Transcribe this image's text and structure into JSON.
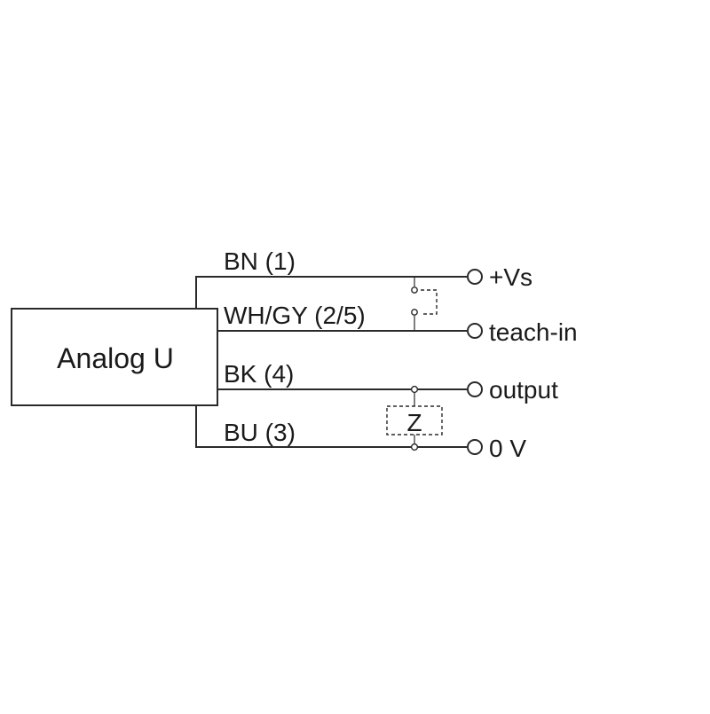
{
  "module": {
    "label": "Analog U"
  },
  "wires": {
    "bn": {
      "label": "BN (1)",
      "terminal": "+Vs"
    },
    "wh": {
      "label": "WH/GY (2/5)",
      "terminal": "teach-in"
    },
    "bk": {
      "label": "BK (4)",
      "terminal": "output"
    },
    "bu": {
      "label": "BU (3)",
      "terminal": "0 V"
    }
  },
  "load": {
    "label": "Z"
  }
}
